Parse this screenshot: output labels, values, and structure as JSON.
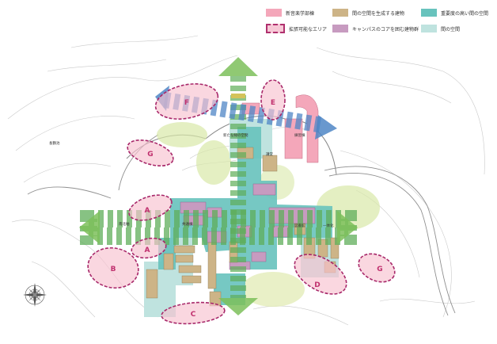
{
  "legend": [
    {
      "label": "新音楽学部棟",
      "color": "#f4a7ba",
      "style": "solid"
    },
    {
      "label": "拡張可能なエリア",
      "color": "#f7c8d6",
      "style": "dashed"
    },
    {
      "label": "間の空間を生成する建物",
      "color": "#cdb487",
      "style": "solid"
    },
    {
      "label": "キャンパスのコアを囲む建物群",
      "color": "#c79bc0",
      "style": "solid"
    },
    {
      "label": "重要度の高い間の空間",
      "color": "#68c3bd",
      "style": "solid"
    },
    {
      "label": "間の空間",
      "color": "#bfe3df",
      "style": "solid"
    }
  ],
  "zones": [
    {
      "letter": "A",
      "label": "A"
    },
    {
      "letter": "A",
      "label": "A"
    },
    {
      "letter": "B",
      "label": "B"
    },
    {
      "letter": "C",
      "label": "C"
    },
    {
      "letter": "D",
      "label": "D"
    },
    {
      "letter": "E",
      "label": "E"
    },
    {
      "letter": "F",
      "label": "F"
    },
    {
      "letter": "G",
      "label": "G"
    },
    {
      "letter": "G",
      "label": "G"
    }
  ],
  "place_labels": [
    {
      "text": "長鶴池"
    },
    {
      "text": "新たな緑の空間"
    },
    {
      "text": "南北軸"
    },
    {
      "text": "共通棟"
    },
    {
      "text": "練習棟"
    },
    {
      "text": "図書館"
    },
    {
      "text": "講堂"
    },
    {
      "text": "一体化"
    }
  ],
  "colors": {
    "axis_green": "#5fae5a",
    "axis_blue": "#4f86c6",
    "arrow_green": "#7cbf5a",
    "zone_stroke": "#a8286a",
    "zone_fill": "#f7c2d0",
    "zone_text": "#c0306e"
  }
}
